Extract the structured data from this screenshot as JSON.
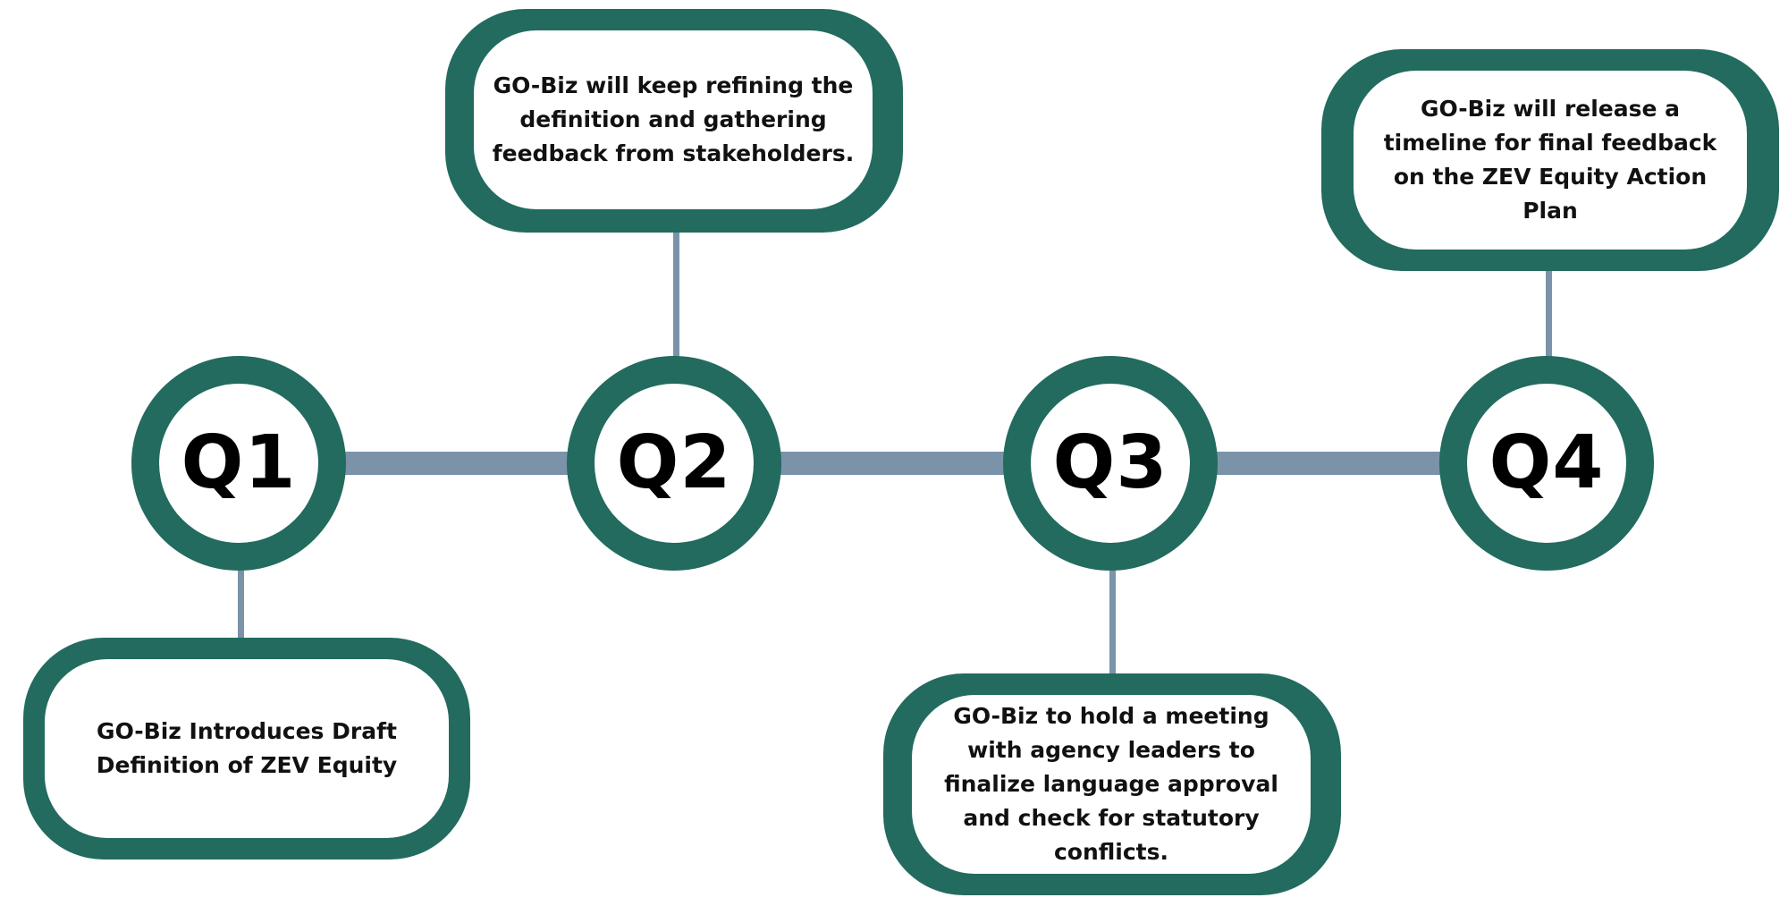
{
  "colors": {
    "primary_green": "#226b5e",
    "connector_gray": "#7a93a8",
    "text": "#111111",
    "background": "#ffffff"
  },
  "timeline": {
    "quarters": [
      {
        "label": "Q1",
        "description": "GO-Biz Introduces Draft Definition of ZEV Equity"
      },
      {
        "label": "Q2",
        "description": "GO-Biz will keep refining the definition and gathering feedback from stakeholders."
      },
      {
        "label": "Q3",
        "description": "GO-Biz to hold a meeting with agency leaders to finalize language approval and check for statutory conflicts."
      },
      {
        "label": "Q4",
        "description": "GO-Biz will release a timeline for final feedback on the ZEV Equity Action Plan"
      }
    ]
  }
}
